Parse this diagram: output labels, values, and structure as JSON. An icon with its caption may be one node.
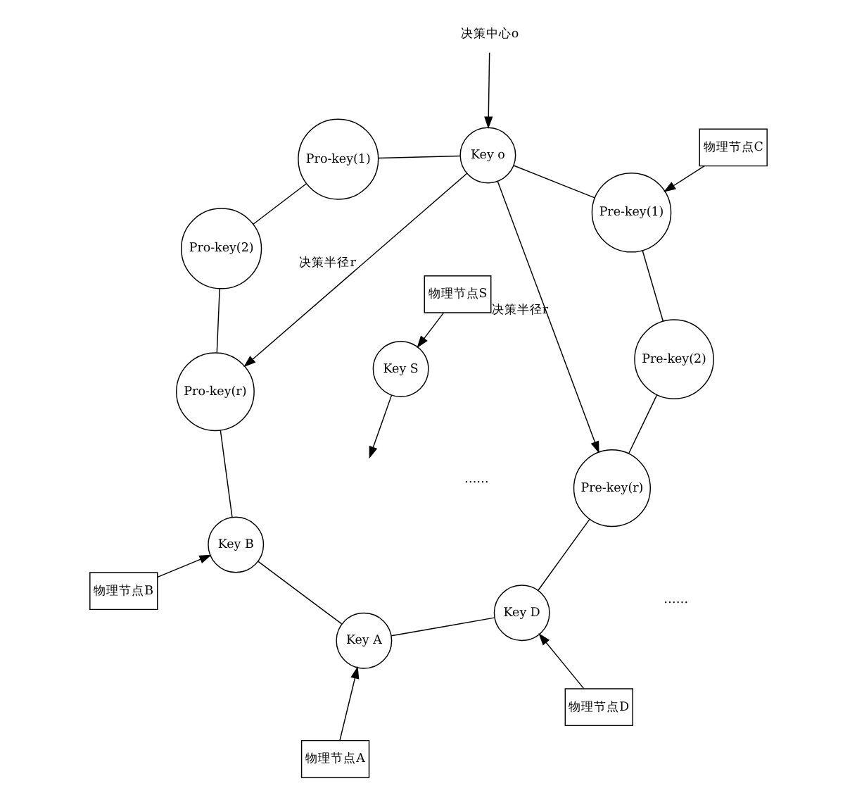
{
  "diagram": {
    "nodes": [
      {
        "text": [
          "Key A"
        ]
      },
      {
        "text": [
          "Key B"
        ]
      },
      {
        "text": [
          "Pro-key(r)"
        ]
      },
      {
        "text": [
          "Pro-key(2)"
        ]
      },
      {
        "text": [
          "Pro-key(1)"
        ]
      },
      {
        "text": [
          "Key o"
        ]
      },
      {
        "text": [
          "Pre-key(1)"
        ]
      },
      {
        "text": [
          "Pre-key(2)"
        ]
      },
      {
        "text": [
          "Pre-key(r)"
        ]
      },
      {
        "text": [
          "Key D"
        ]
      },
      {
        "text": [
          "Key S"
        ]
      },
      {
        "text": [
          "物理节点A"
        ]
      },
      {
        "text": [
          "物理节点B"
        ]
      },
      {
        "text": [
          "物理节点D"
        ]
      },
      {
        "text": [
          "物理节点C"
        ]
      },
      {
        "text": [
          "物理节点S"
        ]
      },
      {
        "text": [
          "决策中心o"
        ]
      }
    ],
    "edges": [
      {
        "from": 0,
        "to": 1,
        "arrow": "none"
      },
      {
        "from": 1,
        "to": 2,
        "arrow": "none"
      },
      {
        "from": 2,
        "to": 3,
        "arrow": "none"
      },
      {
        "from": 3,
        "to": 4,
        "arrow": "none"
      },
      {
        "from": 4,
        "to": 5,
        "arrow": "none"
      },
      {
        "from": 5,
        "to": 6,
        "arrow": "none"
      },
      {
        "from": 6,
        "to": 7,
        "arrow": "none"
      },
      {
        "from": 7,
        "to": 8,
        "arrow": "none"
      },
      {
        "from": 8,
        "to": 9,
        "arrow": "none"
      },
      {
        "from": 9,
        "to": 0,
        "arrow": "none"
      },
      {
        "from": 5,
        "to": 8,
        "arrow": "to",
        "label": "决策半径r"
      },
      {
        "from": 5,
        "to": 2,
        "arrow": "to",
        "label": "决策半径r"
      },
      {
        "from": 11,
        "to": 0,
        "arrow": "to"
      },
      {
        "from": 12,
        "to": 1,
        "arrow": "to"
      },
      {
        "from": 13,
        "to": 9,
        "arrow": "to"
      },
      {
        "from": 14,
        "to": 6,
        "arrow": "to"
      },
      {
        "from": 15,
        "to": 10,
        "arrow": "to"
      },
      {
        "from": 10,
        "to": null,
        "arrow": "to"
      },
      {
        "from": 16,
        "to": 5,
        "arrow": "to"
      }
    ],
    "labels": [
      "……",
      "……"
    ]
  }
}
